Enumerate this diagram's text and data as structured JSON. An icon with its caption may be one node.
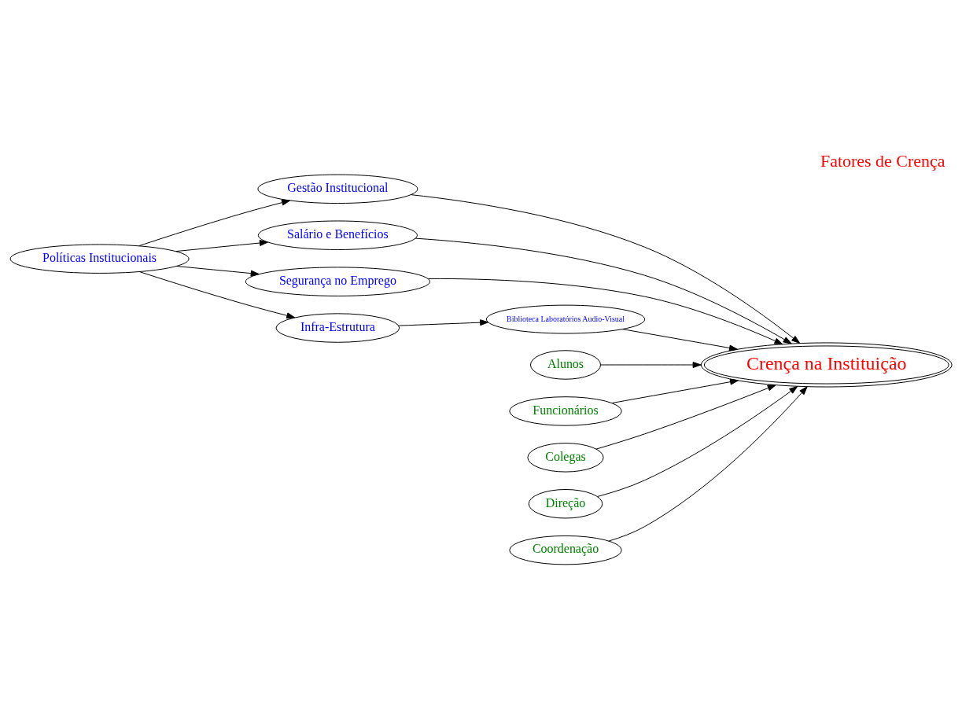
{
  "diagram": {
    "title": "Fatores de Crença",
    "nodes": [
      {
        "text": [
          "Políticas Institucionais"
        ]
      },
      {
        "text": [
          "Gestão Institucional"
        ]
      },
      {
        "text": [
          "Salário e Benefícios"
        ]
      },
      {
        "text": [
          "Segurança no Emprego"
        ]
      },
      {
        "text": [
          "Infra-Estrutura"
        ]
      },
      {
        "text": [
          "Biblioteca Laboratórios Audio-Visual"
        ]
      },
      {
        "text": [
          "Crença na Instituição"
        ]
      },
      {
        "text": [
          "Alunos"
        ]
      },
      {
        "text": [
          "Funcionários"
        ]
      },
      {
        "text": [
          "Colegas"
        ]
      },
      {
        "text": [
          "Direção"
        ]
      },
      {
        "text": [
          "Coordenação"
        ]
      }
    ],
    "edges": [
      {
        "from": 0,
        "to": 1,
        "arrow": "to"
      },
      {
        "from": 0,
        "to": 2,
        "arrow": "to"
      },
      {
        "from": 0,
        "to": 3,
        "arrow": "to"
      },
      {
        "from": 0,
        "to": 4,
        "arrow": "to"
      },
      {
        "from": 4,
        "to": 5,
        "arrow": "to"
      },
      {
        "from": 3,
        "to": 6,
        "arrow": "to"
      },
      {
        "from": 2,
        "to": 6,
        "arrow": "to"
      },
      {
        "from": 1,
        "to": 6,
        "arrow": "to"
      },
      {
        "from": 5,
        "to": 6,
        "arrow": "to"
      },
      {
        "from": 7,
        "to": 6,
        "arrow": "to"
      },
      {
        "from": 8,
        "to": 6,
        "arrow": "to"
      },
      {
        "from": 9,
        "to": 6,
        "arrow": "to"
      },
      {
        "from": 10,
        "to": 6,
        "arrow": "to"
      },
      {
        "from": 11,
        "to": 6,
        "arrow": "to"
      }
    ]
  }
}
